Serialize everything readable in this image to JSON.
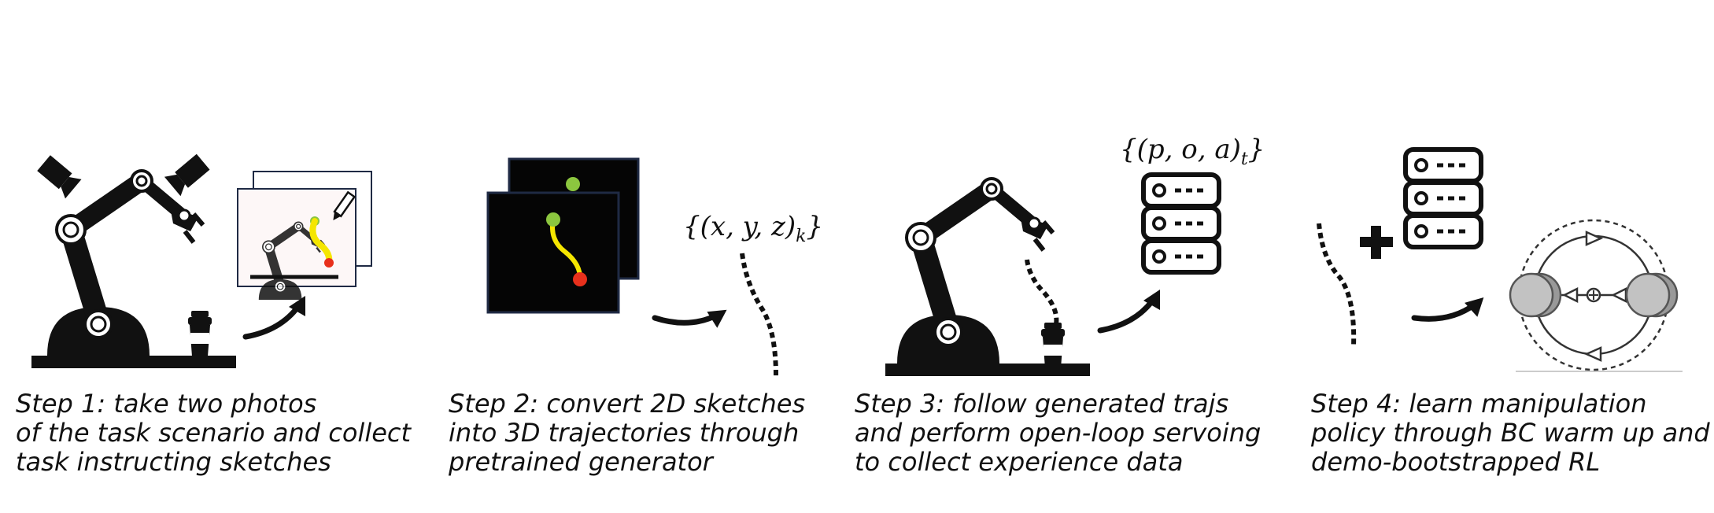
{
  "steps": [
    {
      "lines": [
        "Step 1: take two photos",
        "of the task scenario and collect",
        "task instructing sketches"
      ]
    },
    {
      "lines": [
        "Step 2: convert 2D sketches",
        "into 3D trajectories through",
        "pretrained generator"
      ]
    },
    {
      "lines": [
        "Step 3: follow generated trajs",
        "and perform open-loop servoing",
        "to collect experience data"
      ]
    },
    {
      "lines": [
        "Step 4: learn manipulation",
        "policy through BC warm up and",
        "demo-bootstrapped RL"
      ]
    }
  ],
  "math": {
    "xyz": "{(x, y, z)",
    "xyz_sub": "k",
    "xyz_close": "}",
    "poa": "{(p, o, a)",
    "poa_sub": "t",
    "poa_close": "}"
  },
  "icons": [
    "camera-icon",
    "robot-arm-icon",
    "cup-icon",
    "sketch-photo-icon",
    "pencil-icon",
    "curved-arrow-icon",
    "trajectory-icon",
    "database-icon",
    "plus-icon",
    "rl-cycle-icon"
  ],
  "colors": {
    "ink": "#111111",
    "green_dot": "#8cc63f",
    "yellow_path": "#f5e600",
    "red_dot": "#e8301c",
    "frame": "#1f2a44"
  }
}
